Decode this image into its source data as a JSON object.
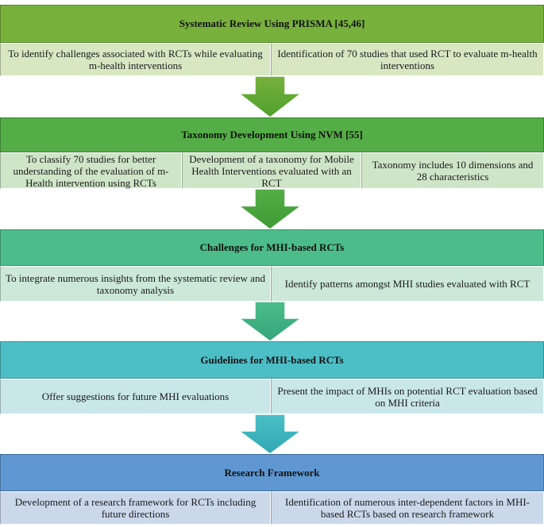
{
  "stages": [
    {
      "title": "Systematic Review Using PRISMA [45,46]",
      "header_color": "#77b13b",
      "row_color": "#d6e7c2",
      "cells": [
        "To identify challenges associated with RCTs while evaluating m-health interventions",
        "Identification of 70 studies that used RCT to evaluate m-health interventions"
      ]
    },
    {
      "title": "Taxonomy Development Using NVM  [55]",
      "header_color": "#55ad47",
      "row_color": "#cfe5c8",
      "cells": [
        "To classify 70 studies for better understanding of the evaluation of m-Health intervention using RCTs",
        "Development of a taxonomy for Mobile Health Interventions evaluated with an RCT",
        "Taxonomy includes 10 dimensions and 28 characteristics"
      ]
    },
    {
      "title": "Challenges for MHI-based RCTs",
      "header_color": "#4cbd8a",
      "row_color": "#cbe8d9",
      "cells": [
        "To integrate numerous insights from the systematic review and taxonomy analysis",
        "Identify patterns amongst MHI studies evaluated with RCT"
      ]
    },
    {
      "title": "Guidelines for MHI-based RCTs",
      "header_color": "#4cbfc6",
      "row_color": "#c9e7e9",
      "cells": [
        "Offer suggestions for future MHI evaluations",
        "Present the impact of MHIs on potential RCT evaluation based on MHI criteria"
      ]
    },
    {
      "title": "Research Framework",
      "header_color": "#5e97d1",
      "row_color": "#cad8ea",
      "cells": [
        "Development of a research framework for RCTs including future directions",
        "Identification of numerous inter-dependent factors in MHI-based RCTs based on research framework"
      ]
    }
  ],
  "arrows": [
    {
      "from": "#77b13b",
      "to": "#4f9f2d"
    },
    {
      "from": "#55ad47",
      "to": "#3f9b35"
    },
    {
      "from": "#4cbd8a",
      "to": "#34a578"
    },
    {
      "from": "#4cbfc6",
      "to": "#2fa8b3"
    }
  ]
}
